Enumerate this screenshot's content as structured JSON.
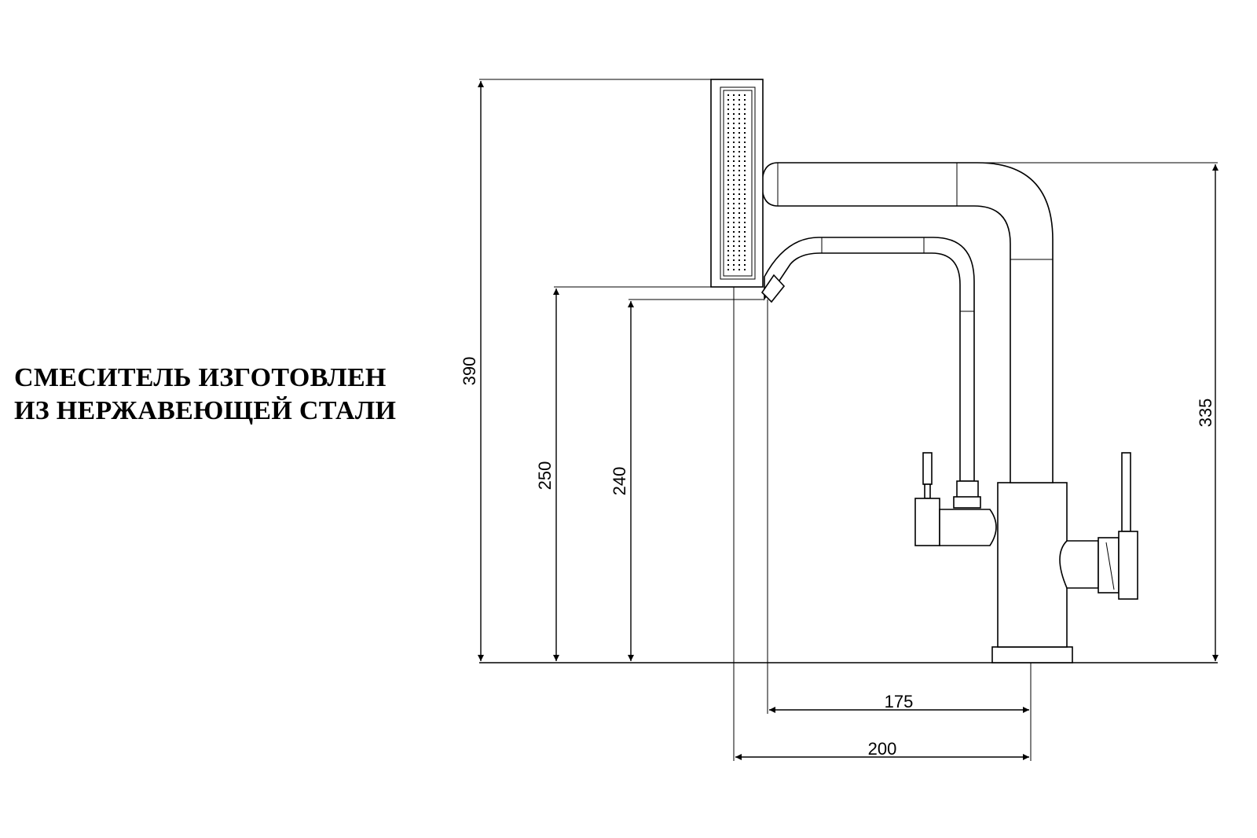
{
  "caption": {
    "line1": "СМЕСИТЕЛЬ ИЗГОТОВЛЕН",
    "line2": "ИЗ НЕРЖАВЕЮЩЕЙ СТАЛИ"
  },
  "dimensions": {
    "total_height": "390",
    "spout_height": "335",
    "outlet_height_shower": "250",
    "outlet_height_filter": "240",
    "reach_filter": "175",
    "reach_shower": "200"
  },
  "colors": {
    "line": "#000000",
    "background": "#ffffff"
  }
}
